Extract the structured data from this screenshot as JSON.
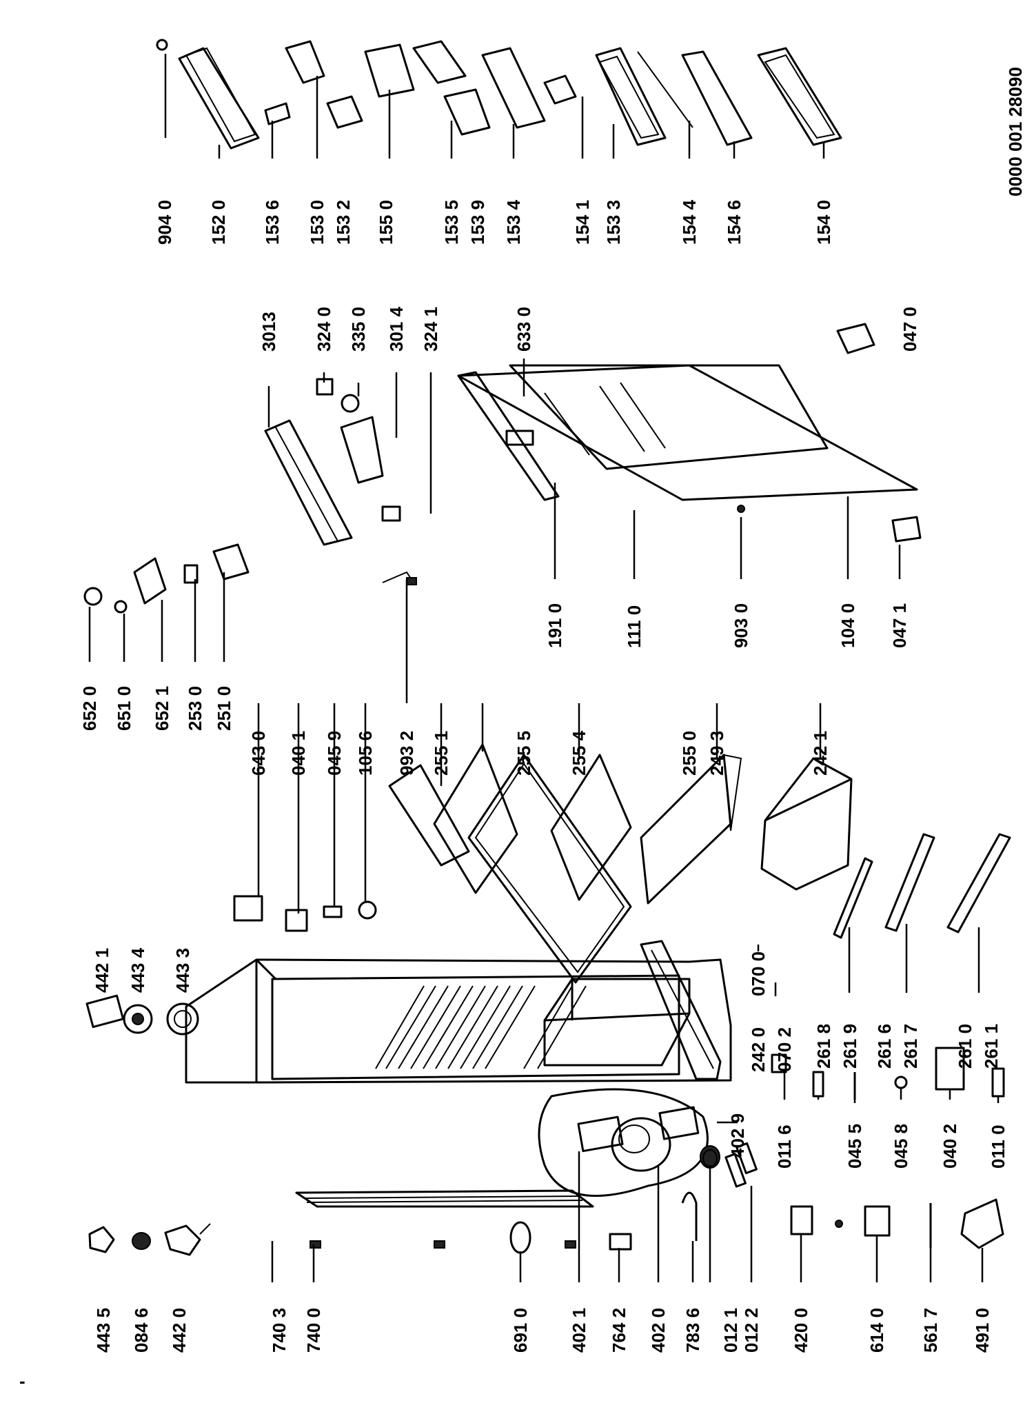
{
  "document_code": "0000 001 28090",
  "corner_mark": "-",
  "labels": [
    "904 0",
    "152 0",
    "153 6",
    "153 0",
    "153 2",
    "155 0",
    "153 5",
    "153 9",
    "153 4",
    "154 1",
    "153 3",
    "154 4",
    "154 6",
    "154 0",
    "3013",
    "324 0",
    "335 0",
    "301 4",
    "324 1",
    "633 0",
    "047 0",
    "191 0",
    "111 0",
    "903 0",
    "104 0",
    "047 1",
    "652 0",
    "651 0",
    "652 1",
    "253 0",
    "251 0",
    "643 0",
    "040 1",
    "045 9",
    "105 6",
    "993 2",
    "255 1",
    "255 5",
    "255 4",
    "255 0",
    "249 3",
    "242 1",
    "442 1",
    "443 4",
    "443 3",
    "070 0",
    "242 0",
    "070 2",
    "261 8",
    "261 9",
    "261 6",
    "261 7",
    "261 0",
    "261 1",
    "011 6",
    "045 5",
    "045 8",
    "040 2",
    "011 0",
    "402 9",
    "443 5",
    "084 6",
    "442 0",
    "740 3",
    "740 0",
    "691 0",
    "402 1",
    "764 2",
    "402 0",
    "783 6",
    "012 1",
    "012 2",
    "420 0",
    "614 0",
    "561 7",
    "491 0"
  ]
}
